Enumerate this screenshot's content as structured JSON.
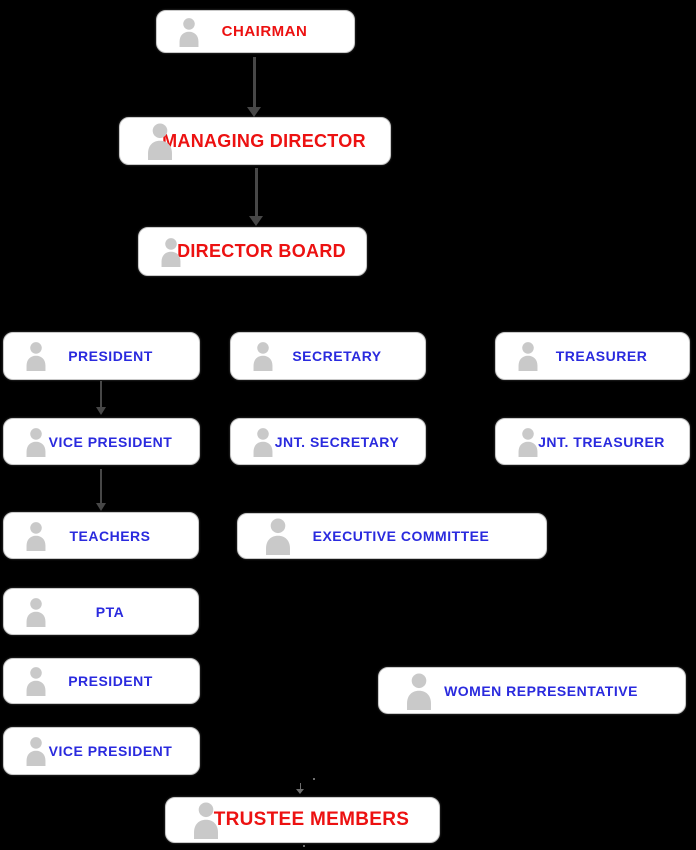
{
  "diagram": {
    "type": "org-chart",
    "background": "#000000"
  },
  "colors": {
    "background": "#000000",
    "box_fill": "#ffffff",
    "box_border": "#c9c9c9",
    "red_text": "#ec1111",
    "blue_text": "#2a2ade",
    "person_icon_gray": "#c9c9c9",
    "arrow_gray": "#474747"
  },
  "nodes": [
    {
      "id": "chairman",
      "label": "CHAIRMAN",
      "color": "red"
    },
    {
      "id": "managing-director",
      "label": "MANAGING DIRECTOR",
      "color": "red"
    },
    {
      "id": "director-board",
      "label": "DIRECTOR BOARD",
      "color": "red"
    },
    {
      "id": "president",
      "label": "PRESIDENT",
      "color": "blue"
    },
    {
      "id": "secretary",
      "label": "SECRETARY",
      "color": "blue"
    },
    {
      "id": "treasurer",
      "label": "TREASURER",
      "color": "blue"
    },
    {
      "id": "vice-president",
      "label": "VICE PRESIDENT",
      "color": "blue"
    },
    {
      "id": "jnt-secretary",
      "label": "JNT. SECRETARY",
      "color": "blue"
    },
    {
      "id": "jnt-treasurer",
      "label": "JNT. TREASURER",
      "color": "blue"
    },
    {
      "id": "teachers",
      "label": "TEACHERS",
      "color": "blue"
    },
    {
      "id": "executive-committee",
      "label": "EXECUTIVE COMMITTEE",
      "color": "blue"
    },
    {
      "id": "pta",
      "label": "PTA",
      "color": "blue"
    },
    {
      "id": "pta-president",
      "label": "PRESIDENT",
      "color": "blue"
    },
    {
      "id": "women-representative",
      "label": "WOMEN REPRESENTATIVE",
      "color": "blue"
    },
    {
      "id": "pta-vice-president",
      "label": "VICE PRESIDENT",
      "color": "blue"
    },
    {
      "id": "trustee-members",
      "label": "TRUSTEE MEMBERS",
      "color": "red"
    }
  ],
  "edges": [
    {
      "from": "chairman",
      "to": "managing-director",
      "style": "solid"
    },
    {
      "from": "managing-director",
      "to": "director-board",
      "style": "solid"
    },
    {
      "from": "president",
      "to": "vice-president",
      "style": "solid"
    },
    {
      "from": "vice-president",
      "to": "teachers",
      "style": "solid"
    },
    {
      "from": "",
      "to": "trustee-members",
      "style": "faint-dotted"
    }
  ]
}
